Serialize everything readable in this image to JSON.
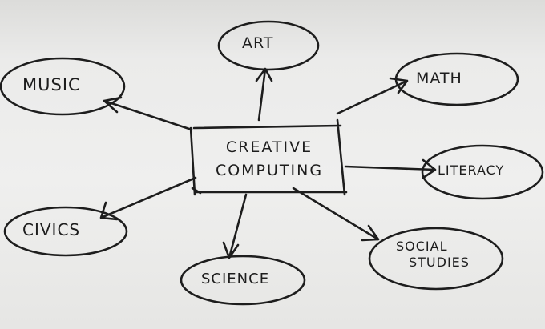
{
  "diagram": {
    "center": {
      "line1": "CREATIVE",
      "line2": "COMPUTING"
    },
    "nodes": {
      "art": "ART",
      "music": "MUSIC",
      "math": "MATH",
      "literacy": "LITERACY",
      "civics": "CIVICS",
      "science": "SCIENCE",
      "social_line1": "SOCIAL",
      "social_line2": "STUDIES"
    }
  }
}
